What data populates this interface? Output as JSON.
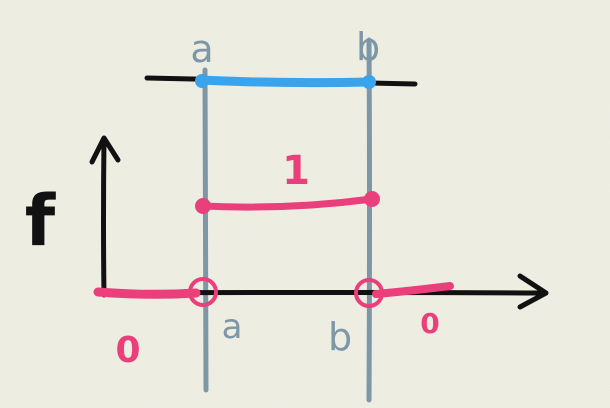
{
  "labels": {
    "top_a": "a",
    "top_b": "b",
    "axis_a": "a",
    "axis_b": "b",
    "value_one": "1",
    "zero_left": "0",
    "zero_right": "0",
    "f_label": "f"
  },
  "colors": {
    "paper": "#efefe4",
    "ink": "#111111",
    "vertical": "#7e97a6",
    "blue": "#3aa3ec",
    "pink": "#ea3f7a"
  }
}
